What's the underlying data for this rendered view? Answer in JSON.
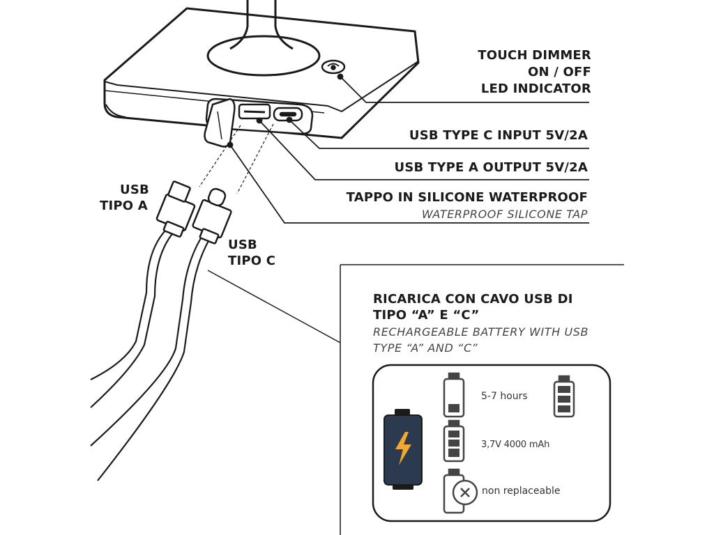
{
  "callouts": {
    "touch_dimmer": [
      "TOUCH DIMMER",
      "ON / OFF",
      "LED INDICATOR"
    ],
    "usb_c_input": "USB TYPE C INPUT 5V/2A",
    "usb_a_output": "USB TYPE A OUTPUT 5V/2A",
    "tap_it": "TAPPO IN SILICONE WATERPROOF",
    "tap_en": "WATERPROOF SILICONE TAP"
  },
  "cables": {
    "usb_a": [
      "USB",
      "TIPO A"
    ],
    "usb_c": [
      "USB",
      "TIPO C"
    ]
  },
  "recharge": {
    "title": [
      "RICARICA CON CAVO USB DI",
      "TIPO “A” E “C”"
    ],
    "subtitle": [
      "RECHARGEABLE BATTERY  WITH USB",
      "TYPE “A” AND “C”"
    ]
  },
  "battery_specs": {
    "hours": "5-7 hours",
    "capacity": "3,7V 4000 mAh",
    "replaceable": "non replaceable"
  },
  "colors": {
    "line": "#1a1a1a",
    "battery_body": "#2b3a4f",
    "bolt": "#f0a830"
  }
}
